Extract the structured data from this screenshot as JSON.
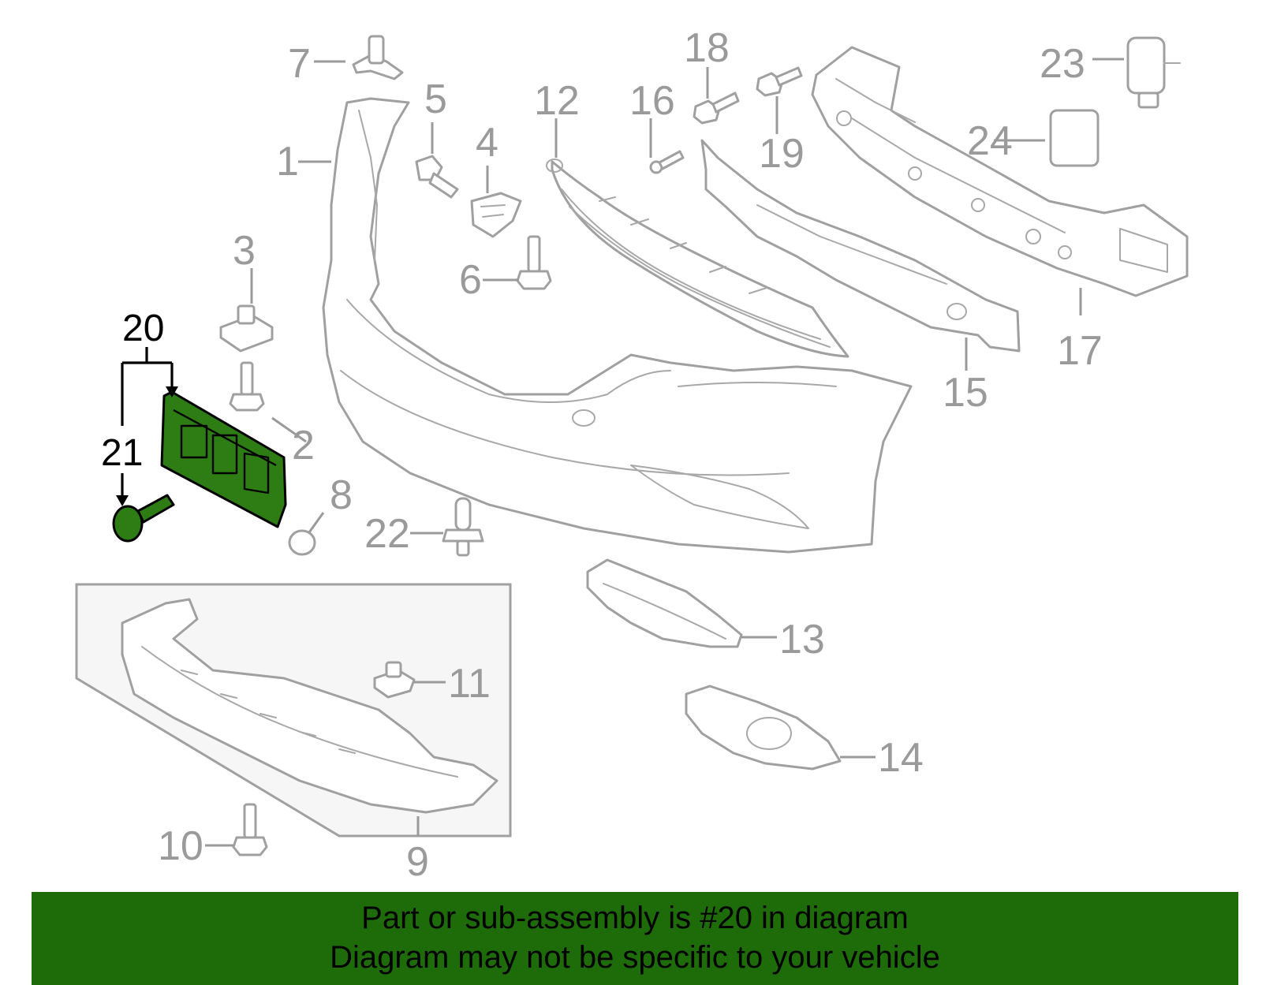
{
  "diagram": {
    "callouts": {
      "c1": "1",
      "c2": "2",
      "c3": "3",
      "c4": "4",
      "c5": "5",
      "c6": "6",
      "c7": "7",
      "c8": "8",
      "c9": "9",
      "c10": "10",
      "c11": "11",
      "c12": "12",
      "c13": "13",
      "c14": "14",
      "c15": "15",
      "c16": "16",
      "c17": "17",
      "c18": "18",
      "c19": "19",
      "c20": "20",
      "c21": "21",
      "c22": "22",
      "c23": "23",
      "c24": "24"
    },
    "highlighted_part": "20",
    "colors": {
      "highlight": "#2e7d14",
      "parts": "#a0a0a0",
      "banner": "#1e6b0a"
    }
  },
  "banner": {
    "line1": "Part or sub-assembly is #20 in diagram",
    "line2": "Diagram may not be specific to your vehicle"
  }
}
